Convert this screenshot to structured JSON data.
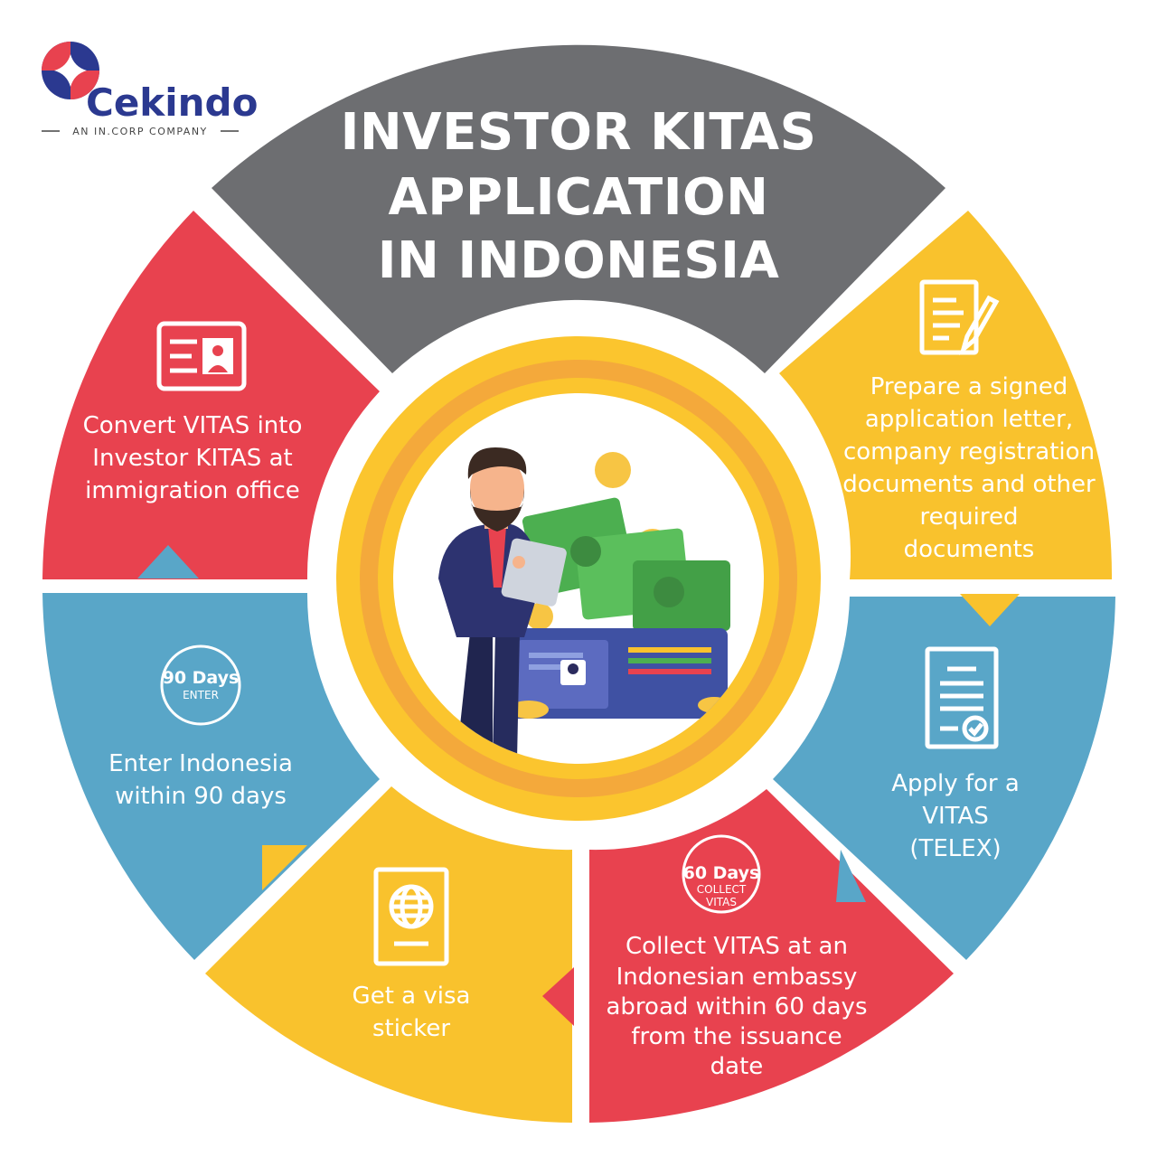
{
  "brand": {
    "name": "Cekindo",
    "tagline": "AN IN.CORP COMPANY"
  },
  "title": {
    "line1": "INVESTOR KITAS",
    "line2": "APPLICATION",
    "line3": "IN INDONESIA"
  },
  "steps": [
    {
      "lines": [
        "Prepare a signed",
        "application letter,",
        "company registration",
        "documents and other",
        "required",
        "documents"
      ],
      "icon": "document-signature-icon"
    },
    {
      "lines": [
        "Apply for a",
        "VITAS",
        "(TELEX)"
      ],
      "icon": "approved-form-icon"
    },
    {
      "lines": [
        "Collect VITAS at an",
        "Indonesian embassy",
        "abroad within 60 days",
        "from the issuance",
        "date"
      ],
      "badge": {
        "big": "60 Days",
        "small1": "COLLECT",
        "small2": "VITAS"
      }
    },
    {
      "lines": [
        "Get a visa",
        "sticker"
      ],
      "icon": "passport-icon"
    },
    {
      "lines": [
        "Enter Indonesia",
        "within 90 days"
      ],
      "badge": {
        "big": "90 Days",
        "small1": "ENTER"
      }
    },
    {
      "lines": [
        "Convert VITAS into",
        "Investor KITAS at",
        "immigration office"
      ],
      "icon": "id-card-icon"
    }
  ],
  "colors": {
    "gray": "#6d6e71",
    "yellow": "#f9c22d",
    "blue": "#59a6c8",
    "red": "#e8424f",
    "ring_orange": "#f4a93b",
    "ring_yellow": "#fbc52e"
  }
}
